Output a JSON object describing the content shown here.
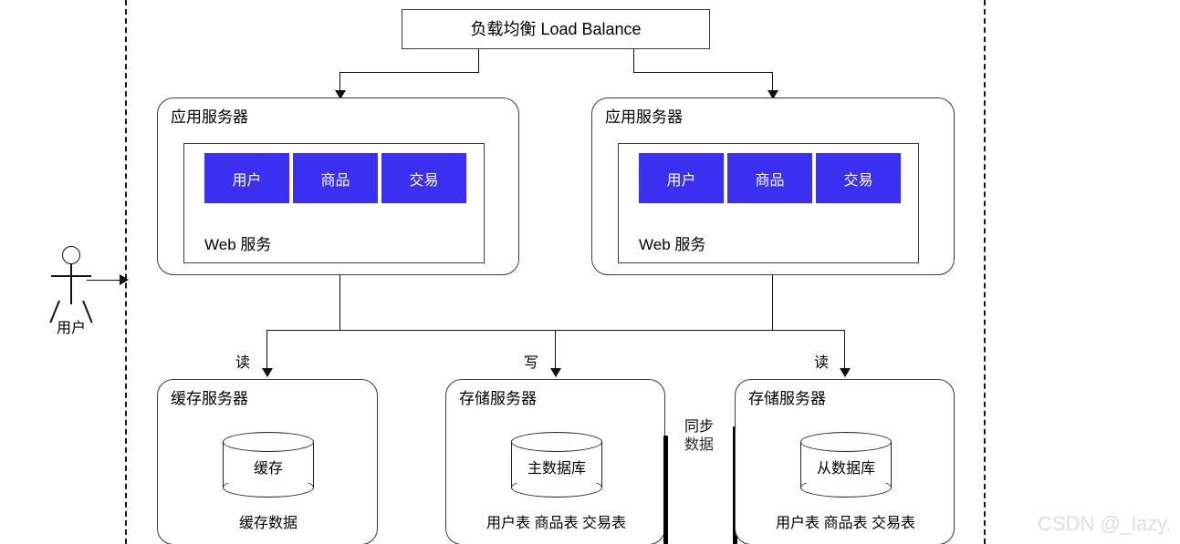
{
  "diagram": {
    "load_balancer": {
      "label": "负载均衡 Load Balance"
    },
    "app_servers": [
      {
        "title": "应用服务器",
        "web_label": "Web 服务",
        "services": [
          "用户",
          "商品",
          "交易"
        ]
      },
      {
        "title": "应用服务器",
        "web_label": "Web 服务",
        "services": [
          "用户",
          "商品",
          "交易"
        ]
      }
    ],
    "data_tier": [
      {
        "title": "缓存服务器",
        "store_label": "缓存",
        "caption": "缓存数据",
        "edge_label": "读"
      },
      {
        "title": "存储服务器",
        "store_label": "主数据库",
        "caption": "用户表 商品表 交易表",
        "edge_label": "写"
      },
      {
        "title": "存储服务器",
        "store_label": "从数据库",
        "caption": "用户表 商品表 交易表",
        "edge_label": "读"
      }
    ],
    "sync": {
      "line1": "同步",
      "line2": "数据"
    },
    "actor": {
      "label": "用户"
    },
    "watermark": "CSDN @_lazy.",
    "colors": {
      "service_chip": "#3b30f0",
      "stroke": "#3b3b3b",
      "connector": "#111111",
      "watermark": "#dedede"
    }
  }
}
